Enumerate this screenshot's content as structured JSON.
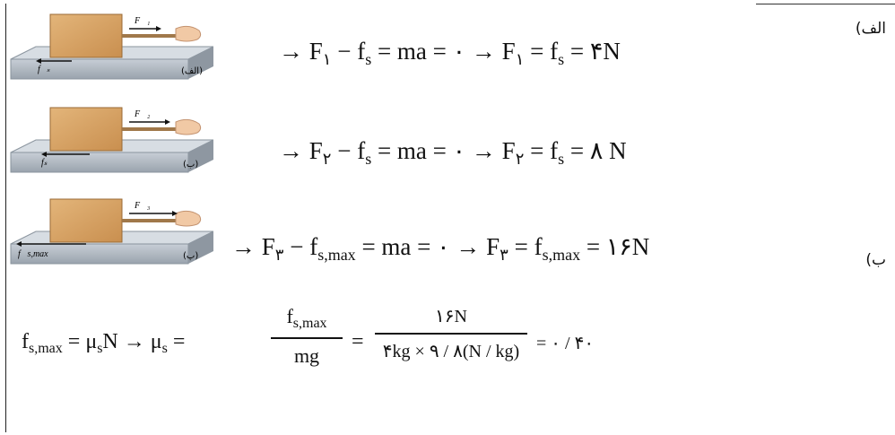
{
  "labels": {
    "part_a": "الف)",
    "part_b": "ب)"
  },
  "figures": [
    {
      "force_label": "F⃗₁",
      "friction_label": "f⃗ₛ",
      "tag": "(الف)"
    },
    {
      "force_label": "F⃗₂",
      "friction_label": "fₛ",
      "tag": "(ب)"
    },
    {
      "force_label": "F⃗₃",
      "friction_label": "f⃗s,max",
      "tag": "(پ)"
    }
  ],
  "equations": {
    "eq1": {
      "arrow": "→",
      "F": "F",
      "F_sub": "۱",
      "minus": "−",
      "f": "f",
      "f_sub": "s",
      "mid": "= ma = ۰ →",
      "F2": "F",
      "F2_sub": "۱",
      "eq": "=",
      "f2": "f",
      "f2_sub": "s",
      "result": "= ۴N"
    },
    "eq2": {
      "arrow": "→",
      "F": "F",
      "F_sub": "۲",
      "minus": "−",
      "f": "f",
      "f_sub": "s",
      "mid": "= ma = ۰ →",
      "F2": "F",
      "F2_sub": "۲",
      "eq": "=",
      "f2": "f",
      "f2_sub": "s",
      "result": "= ۸ N"
    },
    "eq3": {
      "arrow": "→",
      "F": "F",
      "F_sub": "۳",
      "minus": "−",
      "f": "f",
      "f_sub": "s,max",
      "mid": "= ma = ۰ →",
      "F2": "F",
      "F2_sub": "۳",
      "eq": "=",
      "f2": "f",
      "f2_sub": "s,max",
      "result": "= ۱۶N"
    }
  },
  "final_equation": {
    "lhs": "f",
    "lhs_sub": "s,max",
    "eq_mu": "= μ",
    "mu_sub": "s",
    "n_arrow": "N → μ",
    "mu2_sub": "s",
    "eq1": "=",
    "frac1_num": "f",
    "frac1_num_sub": "s,max",
    "frac1_den": "mg",
    "eq2": "=",
    "frac2_num": "۱۶N",
    "frac2_den": "۴kg × ۹ / ۸(N / kg)",
    "result": "= ۰ / ۴۰"
  }
}
